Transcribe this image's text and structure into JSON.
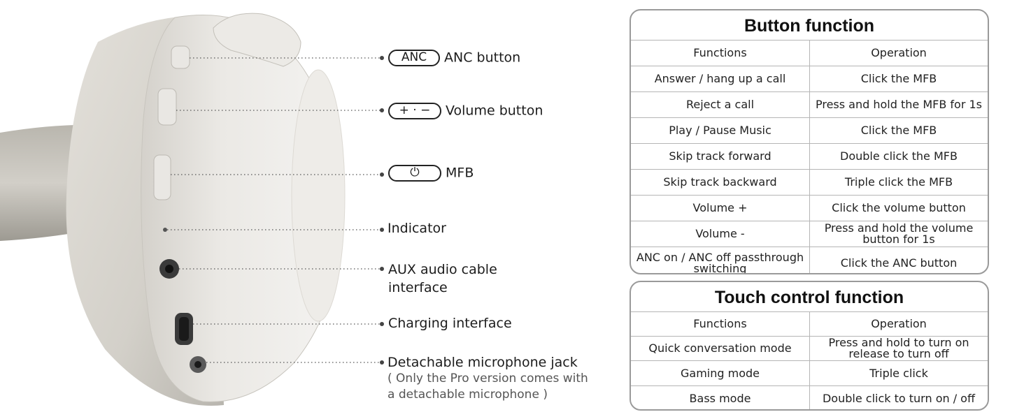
{
  "callouts": {
    "anc": {
      "badge": "ANC",
      "label": "ANC button"
    },
    "volume": {
      "badge": "+ · −",
      "label": "Volume button"
    },
    "mfb": {
      "badge": "⏻",
      "label": "MFB"
    },
    "indicator": {
      "label": "Indicator"
    },
    "aux": {
      "line1": "AUX audio cable",
      "line2": "interface"
    },
    "charging": {
      "label": "Charging interface"
    },
    "mic": {
      "label": "Detachable microphone jack",
      "note1": "( Only the Pro version comes with",
      "note2": "a detachable microphone )"
    }
  },
  "button_table": {
    "title": "Button function",
    "headers": [
      "Functions",
      "Operation"
    ],
    "rows": [
      [
        "Answer / hang up a call",
        "Click the MFB"
      ],
      [
        "Reject a call",
        "Press and hold the MFB for 1s"
      ],
      [
        "Play / Pause Music",
        "Click the MFB"
      ],
      [
        "Skip track forward",
        "Double click the MFB"
      ],
      [
        "Skip track backward",
        "Triple click the MFB"
      ],
      [
        "Volume +",
        "Click the volume button"
      ],
      [
        "Volume -",
        "Press and hold the volume button for 1s"
      ],
      [
        "ANC on / ANC off passthrough switching",
        "Click the ANC button"
      ]
    ]
  },
  "touch_table": {
    "title": "Touch control function",
    "headers": [
      "Functions",
      "Operation"
    ],
    "rows": [
      [
        "Quick conversation mode",
        "Press and hold to turn on release to turn off"
      ],
      [
        "Gaming mode",
        "Triple click"
      ],
      [
        "Bass mode",
        "Double click to turn on / off"
      ]
    ]
  }
}
